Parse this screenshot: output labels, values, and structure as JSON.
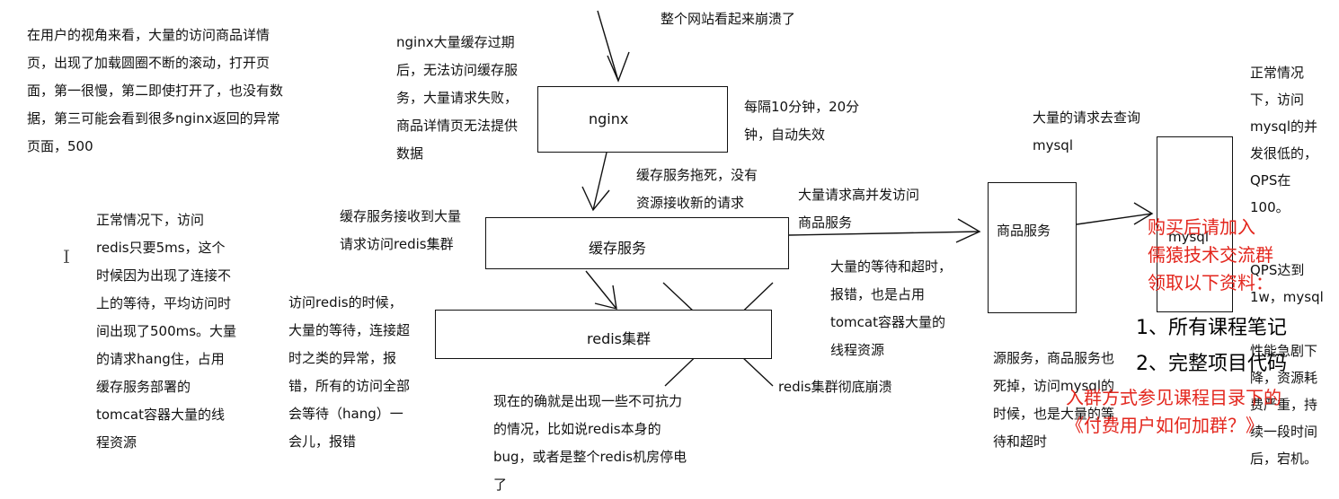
{
  "texts": {
    "user_view": "在用户的视角来看，大量的访问商品详情\n页，出现了加载圆圈不断的滚动，打开页\n面，第一很慢，第二即使打开了，也没有数\n据，第三可能会看到很多nginx返回的异常\n页面，500",
    "top_crash": "整个网站看起来崩溃了",
    "nginx_expire": "nginx大量缓存过期\n后，无法访问缓存服\n务，大量请求失败，\n商品详情页无法提供\n数据",
    "every10min": "每隔10分钟，20分\n钟，自动失效",
    "big_query": "大量的请求去查询\nmysql",
    "mysql_normal": "正常情况\n下，访问\nmysql的并\n发很低的，\nQPS在\n100。",
    "mysql_overlap": "QPS达到\n1w，mysql\n\n性能急剧下\n降，资源耗\n费严重，持\n续一段时间\n后，宕机。",
    "cache_dead": "缓存服务拖死，没有\n资源接收新的请求",
    "cache_recv": "缓存服务接收到大量\n请求访问redis集群",
    "high_concurrency": "大量请求高并发访问\n商品服务",
    "redis_normal": "正常情况下，访问\nredis只要5ms，这个\n时候因为出现了连接不\n上的等待，平均访问时\n间出现了500ms。大量\n的请求hang住，占用\n缓存服务部署的\ntomcat容器大量的线\n程资源",
    "redis_access": "访问redis的时候，\n大量的等待，连接超\n时之类的异常，报\n错，所有的访问全部\n会等待（hang）一\n会儿，报错",
    "wait_timeout": "大量的等待和超时，\n报错，也是占用\ntomcat容器大量的\n线程资源",
    "redis_collapse": "redis集群彻底崩溃",
    "force_majeure": "现在的确就是出现一些不可抗力\n的情况，比如说redis本身的\nbug，或者是整个redis机房停电\n了",
    "source_service": "源服务，商品服务也\n死掉，访问mysql的\n时候，也是大量的等\n待和超时"
  },
  "boxes": {
    "nginx": "nginx",
    "cache": "缓存服务",
    "redis": "redis集群",
    "product": "商品服务",
    "mysql": "mysql"
  },
  "overlay": {
    "red_lines": "购买后请加入\n儒猿技术交流群\n领取以下资料：",
    "item1": "1、所有课程笔记",
    "item2": "2、完整项目代码",
    "join_lines": "入群方式参见课程目录下的\n《付费用户如何加群？》"
  },
  "cursor_glyph": "I",
  "colors": {
    "overlay_red": "#e3261d",
    "line": "#111111"
  }
}
